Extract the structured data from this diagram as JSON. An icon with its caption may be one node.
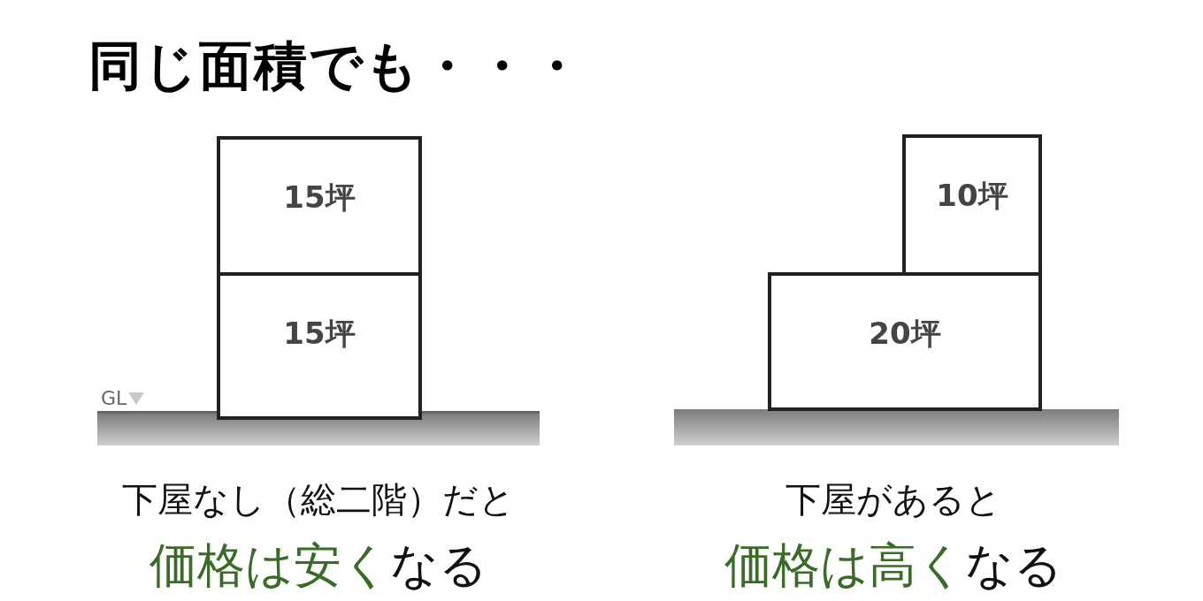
{
  "diagram": {
    "title": "同じ面積でも・・・",
    "nodes": [
      {
        "text": [
          "15坪"
        ]
      },
      {
        "text": [
          "15坪"
        ]
      },
      {
        "text": [
          "10坪"
        ]
      },
      {
        "text": [
          "20坪"
        ]
      }
    ],
    "labels": [
      "GL",
      "下屋なし（総二階）だと",
      "**価格は安く**なる",
      "下屋があると",
      "**価格は高く**なる"
    ]
  }
}
